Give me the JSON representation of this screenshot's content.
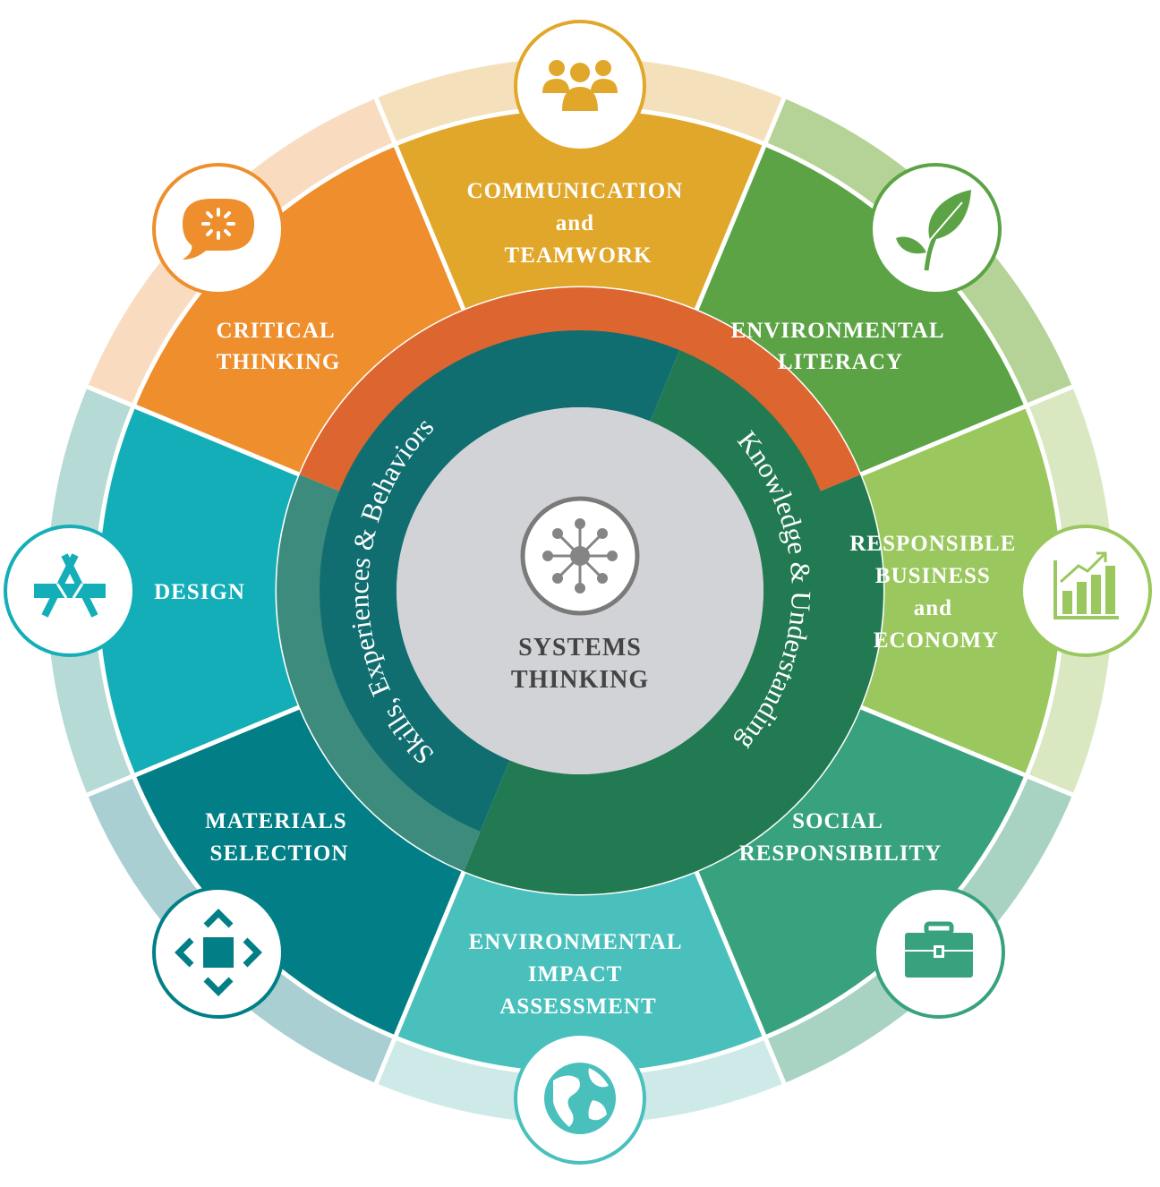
{
  "center": {
    "title_line1": "SYSTEMS",
    "title_line2": "THINKING",
    "icon": "network-hub-icon"
  },
  "rings": {
    "left": "Skills, Experiences & Behaviors",
    "right": "Knowledge & Understanding"
  },
  "segments": [
    {
      "lines": [
        "COMMUNICATION",
        "and",
        "TEAMWORK"
      ],
      "icon": "people-group-icon",
      "color": "#E1A72A",
      "outer": "#F4E1BC"
    },
    {
      "lines": [
        "ENVIRONMENTAL",
        "LITERACY"
      ],
      "icon": "leaf-sprout-icon",
      "color": "#5BA345",
      "outer": "#B5D396"
    },
    {
      "lines": [
        "RESPONSIBLE",
        "BUSINESS",
        "and",
        "ECONOMY"
      ],
      "icon": "growth-chart-icon",
      "color": "#9AC75E",
      "outer": "#D9E8C1"
    },
    {
      "lines": [
        "SOCIAL",
        "RESPONSIBILITY"
      ],
      "icon": "briefcase-icon",
      "color": "#38A27E",
      "outer": "#A8D3C2"
    },
    {
      "lines": [
        "ENVIRONMENTAL",
        "IMPACT",
        "ASSESSMENT"
      ],
      "icon": "globe-icon",
      "color": "#4AC0BD",
      "outer": "#CDEAE9"
    },
    {
      "lines": [
        "MATERIALS",
        "SELECTION"
      ],
      "icon": "move-arrows-icon",
      "color": "#027F86",
      "outer": "#A9CFD2"
    },
    {
      "lines": [
        "DESIGN"
      ],
      "icon": "design-tools-icon",
      "color": "#14AEB8",
      "outer": "#B6DAD6"
    },
    {
      "lines": [
        "CRITICAL",
        "THINKING"
      ],
      "icon": "idea-bubble-icon",
      "color": "#EE8E2C",
      "outer": "#F9DCC0"
    }
  ],
  "colors": {
    "arc_orange": "#DD6530",
    "arc_green": "#227A52",
    "arc_teal_light": "#3D8B7D",
    "inner_teal": "#116E70",
    "center_fill": "#D2D3D7",
    "center_text": "#444444"
  }
}
